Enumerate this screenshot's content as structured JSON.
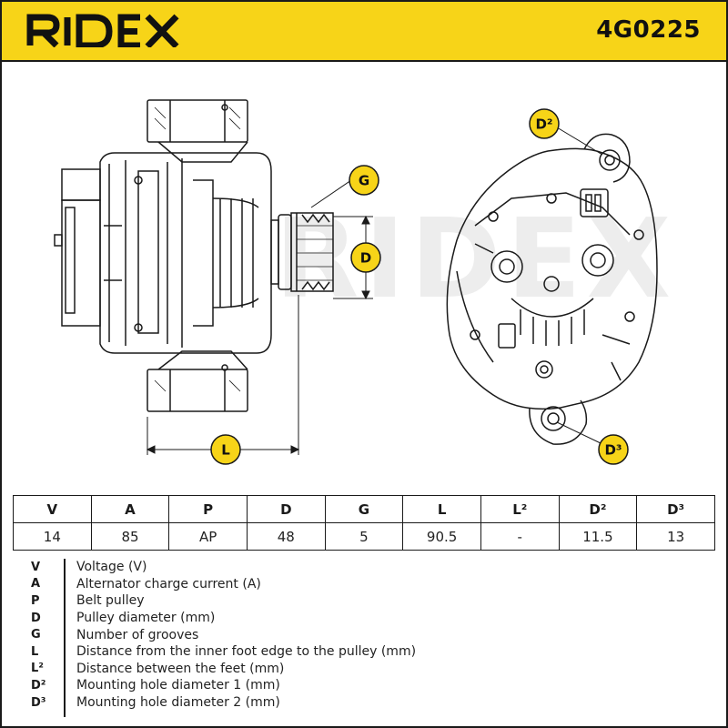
{
  "brand": {
    "logo_text": "RIDEX",
    "part_number": "4G0225",
    "brand_color": "#f7d418",
    "ink_color": "#1a1a1a"
  },
  "drawing": {
    "callouts": {
      "d2": "D²",
      "g": "G",
      "d": "D",
      "l": "L",
      "d3": "D³"
    },
    "watermark_text": "RIDEX"
  },
  "specs": {
    "headers": [
      "V",
      "A",
      "P",
      "D",
      "G",
      "L",
      "L²",
      "D²",
      "D³"
    ],
    "values": [
      "14",
      "85",
      "AP",
      "48",
      "5",
      "90.5",
      "-",
      "11.5",
      "13"
    ]
  },
  "legend": [
    {
      "key": "V",
      "desc": "Voltage (V)"
    },
    {
      "key": "A",
      "desc": "Alternator charge current (A)"
    },
    {
      "key": "P",
      "desc": "Belt pulley"
    },
    {
      "key": "D",
      "desc": "Pulley diameter (mm)"
    },
    {
      "key": "G",
      "desc": "Number of grooves"
    },
    {
      "key": "L",
      "desc": "Distance from the inner foot edge to the pulley (mm)"
    },
    {
      "key": "L²",
      "desc": "Distance between the feet (mm)"
    },
    {
      "key": "D²",
      "desc": "Mounting hole diameter 1 (mm)"
    },
    {
      "key": "D³",
      "desc": "Mounting hole diameter 2 (mm)"
    }
  ]
}
